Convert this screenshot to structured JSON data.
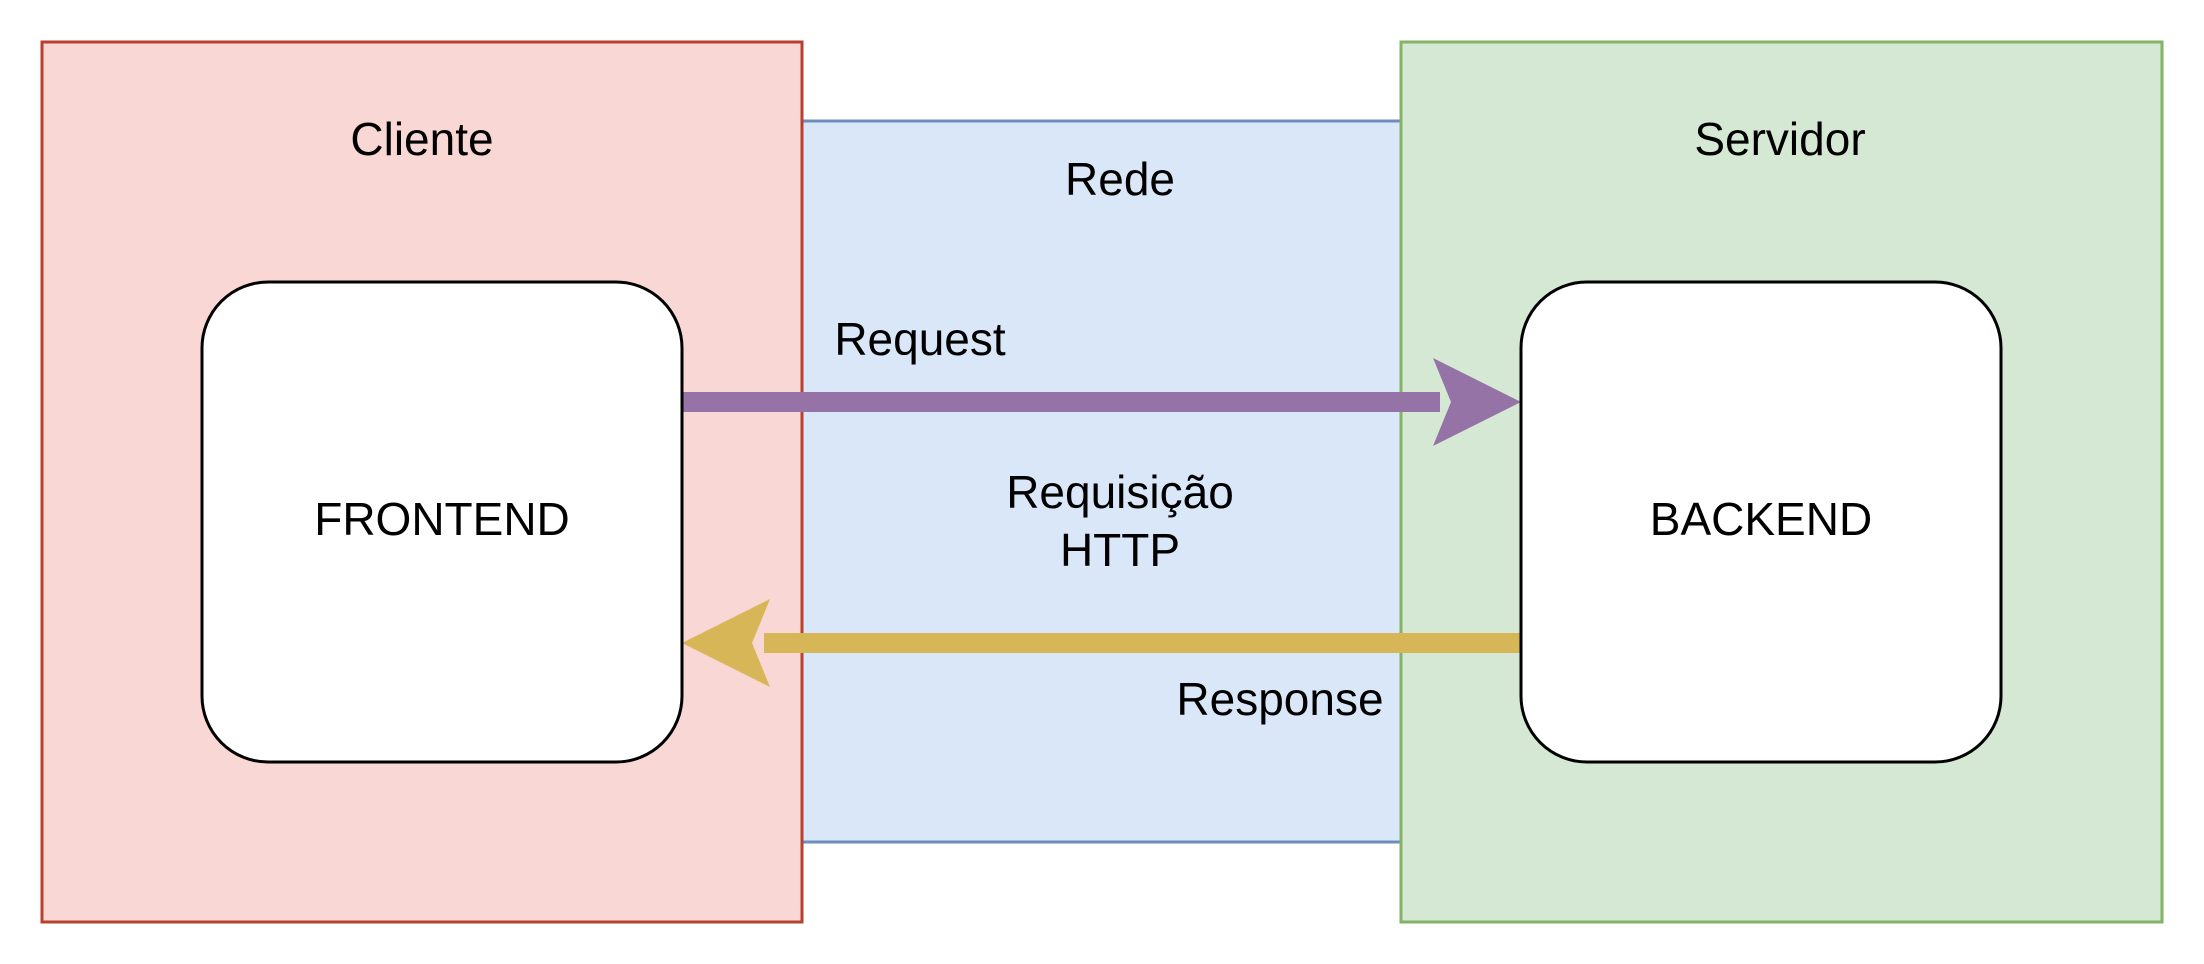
{
  "diagram": {
    "zones": {
      "client": {
        "label": "Cliente",
        "fill": "#f8d7d4",
        "stroke": "#b7402f"
      },
      "network": {
        "label": "Rede",
        "fill": "#d9e7f8",
        "stroke": "#6c8ebf"
      },
      "server": {
        "label": "Servidor",
        "fill": "#d5e8d4",
        "stroke": "#82b366"
      }
    },
    "nodes": {
      "frontend": {
        "label": "FRONTEND",
        "fill": "#ffffff",
        "stroke": "#000000"
      },
      "backend": {
        "label": "BACKEND",
        "fill": "#ffffff",
        "stroke": "#000000"
      }
    },
    "edges": {
      "request": {
        "label": "Request",
        "from": "frontend",
        "to": "backend",
        "color": "#9673a6"
      },
      "response": {
        "label": "Response",
        "from": "backend",
        "to": "frontend",
        "color": "#d6b656"
      }
    },
    "protocol": {
      "line1": "Requisição",
      "line2": "HTTP"
    }
  }
}
